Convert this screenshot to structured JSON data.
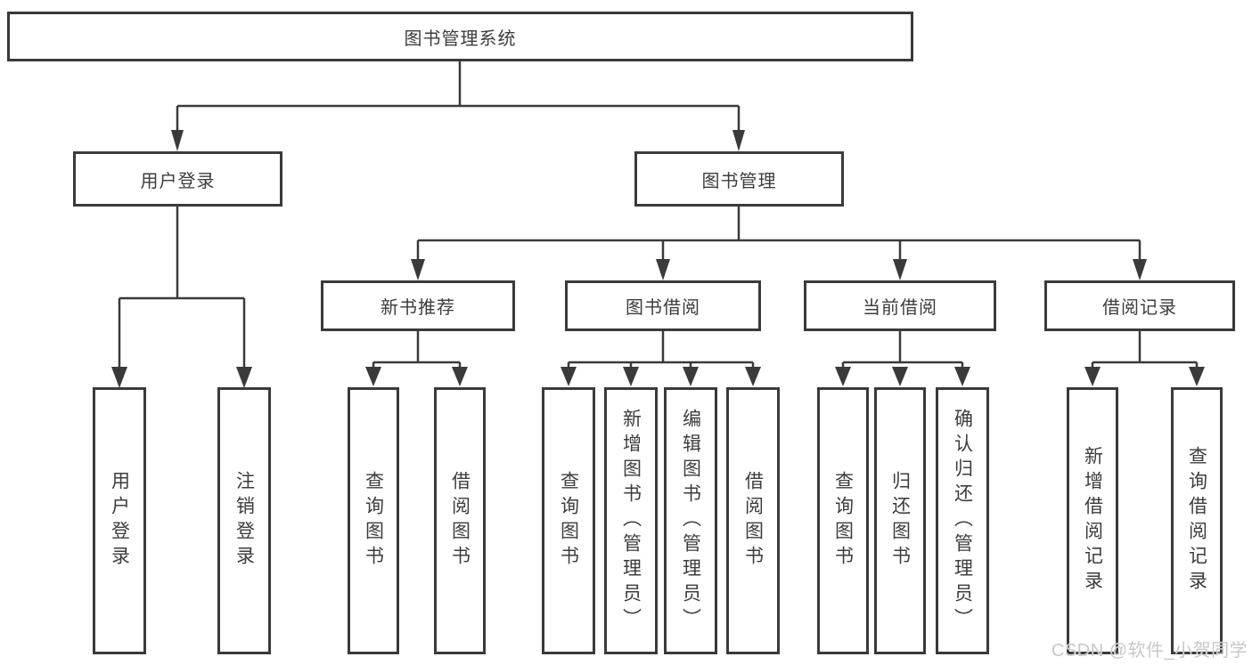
{
  "root": {
    "label": "图书管理系统"
  },
  "branches": [
    {
      "label": "用户登录",
      "leaves": [
        "用户登录",
        "注销登录"
      ]
    },
    {
      "label": "图书管理",
      "groups": [
        {
          "label": "新书推荐",
          "leaves": [
            "查询图书",
            "借阅图书"
          ]
        },
        {
          "label": "图书借阅",
          "leaves": [
            "查询图书",
            "新增图书（管理员）",
            "编辑图书（管理员）",
            "借阅图书"
          ]
        },
        {
          "label": "当前借阅",
          "leaves": [
            "查询图书",
            "归还图书",
            "确认归还（管理员）"
          ]
        },
        {
          "label": "借阅记录",
          "leaves": [
            "新增借阅记录",
            "查询借阅记录"
          ]
        }
      ]
    }
  ],
  "watermark": "CSDN @软件_小贺同学",
  "colors": {
    "line": "#3a3a3a",
    "text": "#3d3d3d",
    "watermark": "#c8c8c8",
    "background": "#ffffff"
  }
}
